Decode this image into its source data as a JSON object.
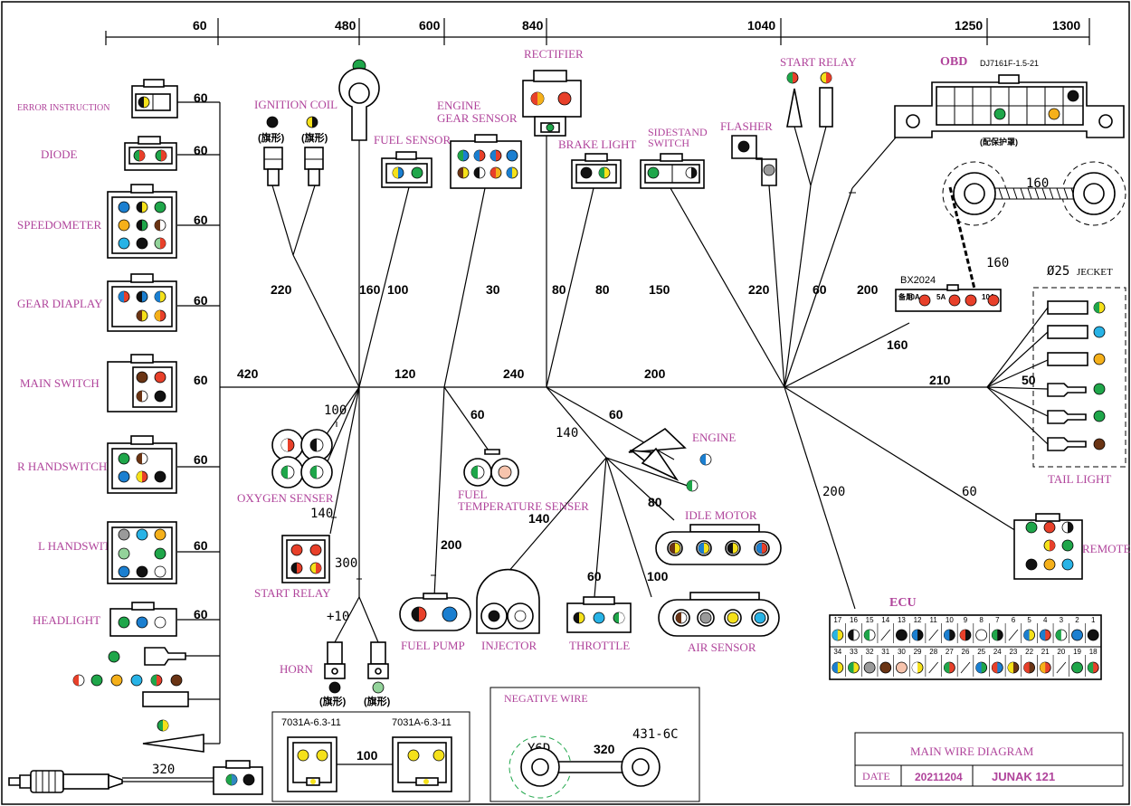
{
  "scale": {
    "labels": [
      "60",
      "480",
      "600",
      "840",
      "1040",
      "1250",
      "1300"
    ]
  },
  "connectors": {
    "error_instruction": "ERROR INSTRUCTION",
    "diode": "DIODE",
    "speedometer": "SPEEDOMETER",
    "gear_display": "GEAR DIAPLAY",
    "main_switch": "MAIN SWITCH",
    "r_handswitch": "R HANDSWITCH",
    "l_handswitch": "L HANDSWITCH",
    "headlight": "HEADLIGHT",
    "ignition_coil": "IGNITION COIL",
    "fuel_sensor": "FUEL SENSOR",
    "engine_gear_sensor_1": "ENGINE",
    "engine_gear_sensor_2": "GEAR SENSOR",
    "rectifier": "RECTIFIER",
    "brake_light": "BRAKE LIGHT",
    "sidestand_switch_1": "SIDESTAND",
    "sidestand_switch_2": "SWITCH",
    "flasher": "FLASHER",
    "start_relay_top": "START RELAY",
    "obd": "OBD",
    "obd_part": "DJ7161F-1.5-21",
    "obd_note": "(配保护罩)",
    "oxygen_sensor": "OXYGEN SENSER",
    "fuel_temp_1": "FUEL",
    "fuel_temp_2": "TEMPERATURE SENSER",
    "engine": "ENGINE",
    "idle_motor": "IDLE MOTOR",
    "air_sensor": "AIR SENSOR",
    "start_relay": "START RELAY",
    "horn": "HORN",
    "fuel_pump": "FUEL PUMP",
    "injector": "INJECTOR",
    "throttle": "THROTTLE",
    "tail_light": "TAIL LIGHT",
    "remote": "REMOTE",
    "ecu": "ECU",
    "jacket": "Ø25",
    "jacket_suffix": "JECKET",
    "bx_part": "BX2024",
    "fuse_labels": [
      "备用",
      "10A",
      "5A",
      "10A"
    ]
  },
  "terminal_notes": {
    "flag_1": "(旗形)",
    "flag_2": "(旗形)",
    "horn_flag_1": "(旗形)",
    "horn_flag_2": "(旗形)"
  },
  "wire_lengths": {
    "left_branches": [
      "60",
      "60",
      "60",
      "60",
      "60",
      "60",
      "60",
      "60"
    ],
    "main_420": "420",
    "ign_220": "220",
    "ign_160": "160",
    "fuel_100": "100",
    "gear_30": "30",
    "rect_80": "80",
    "brake_80": "80",
    "side_150": "150",
    "flasher_220": "220",
    "relay_60": "60",
    "obd_200": "200",
    "ring_160": "160",
    "bx_160": "160",
    "fuse_160": "160",
    "main_120": "120",
    "main_240": "240",
    "main_200": "200",
    "tail_210": "210",
    "tail_50": "50",
    "oxy_100": "100",
    "relay_140": "140",
    "horn_300": "300",
    "horn_plus10": "+10",
    "temp_60": "60",
    "pump_200": "200",
    "branch_140": "140",
    "inj_140": "140",
    "eng_60": "60",
    "idle_80": "80",
    "thr_60": "60",
    "air_100": "100",
    "ecu_200": "200",
    "remote_60": "60",
    "plug_320": "320"
  },
  "bottom_boxes": {
    "connector_a": "7031A-6.3-11",
    "connector_b": "7031A-6.3-11",
    "link_100": "100",
    "negative_wire": "NEGATIVE WIRE",
    "neg_y6d": "Y6D",
    "neg_431": "431-6C",
    "neg_320": "320"
  },
  "title_block": {
    "title": "MAIN WIRE DIAGRAM",
    "date_label": "DATE",
    "date_value": "20211204",
    "model": "JUNAK 121"
  },
  "ecu_pins": {
    "top_numbers": [
      "17",
      "16",
      "15",
      "14",
      "13",
      "12",
      "11",
      "10",
      "9",
      "8",
      "7",
      "6",
      "5",
      "4",
      "3",
      "2",
      "1"
    ],
    "bottom_numbers": [
      "34",
      "33",
      "32",
      "31",
      "30",
      "29",
      "28",
      "27",
      "26",
      "25",
      "24",
      "23",
      "22",
      "21",
      "20",
      "19",
      "18"
    ]
  },
  "colors": {
    "label": "#b0449b",
    "red": "#e8402a",
    "green": "#1fa64a",
    "yellow": "#f5e11a",
    "blue": "#1b7fd0",
    "sky": "#28b3e6",
    "orange": "#f5b01a",
    "brown": "#6a3414",
    "black": "#111111",
    "gray": "#9a9a9a",
    "lightgreen": "#93d39a",
    "pink": "#f7c4ad",
    "white": "#ffffff"
  }
}
